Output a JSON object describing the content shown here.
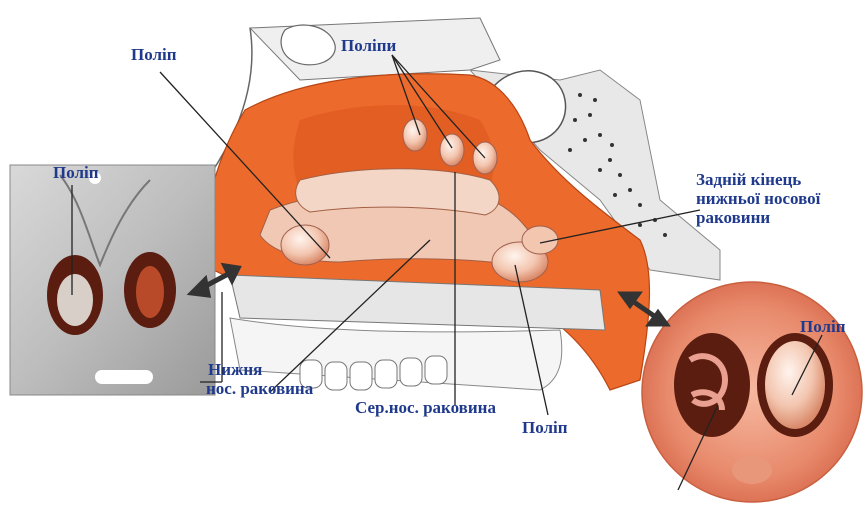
{
  "labels": {
    "polyp_top_left": "Поліп",
    "polyps_top": "Поліпи",
    "polyp_front_view": "Поліп",
    "posterior_end": [
      "Задній кінець",
      "нижньої носової",
      "раковини"
    ],
    "inferior_turbinate": [
      "Нижня",
      "нос. раковина"
    ],
    "middle_turbinate": "Сер.нос. раковина",
    "polyp_bottom": "Поліп",
    "polyp_right_view": "Поліп"
  },
  "colors": {
    "label": "#1f3a8c",
    "tissue": "#ec6a2b",
    "tissue_dark": "#c8461a",
    "bone": "#e6e6e6",
    "leader": "#222222"
  }
}
